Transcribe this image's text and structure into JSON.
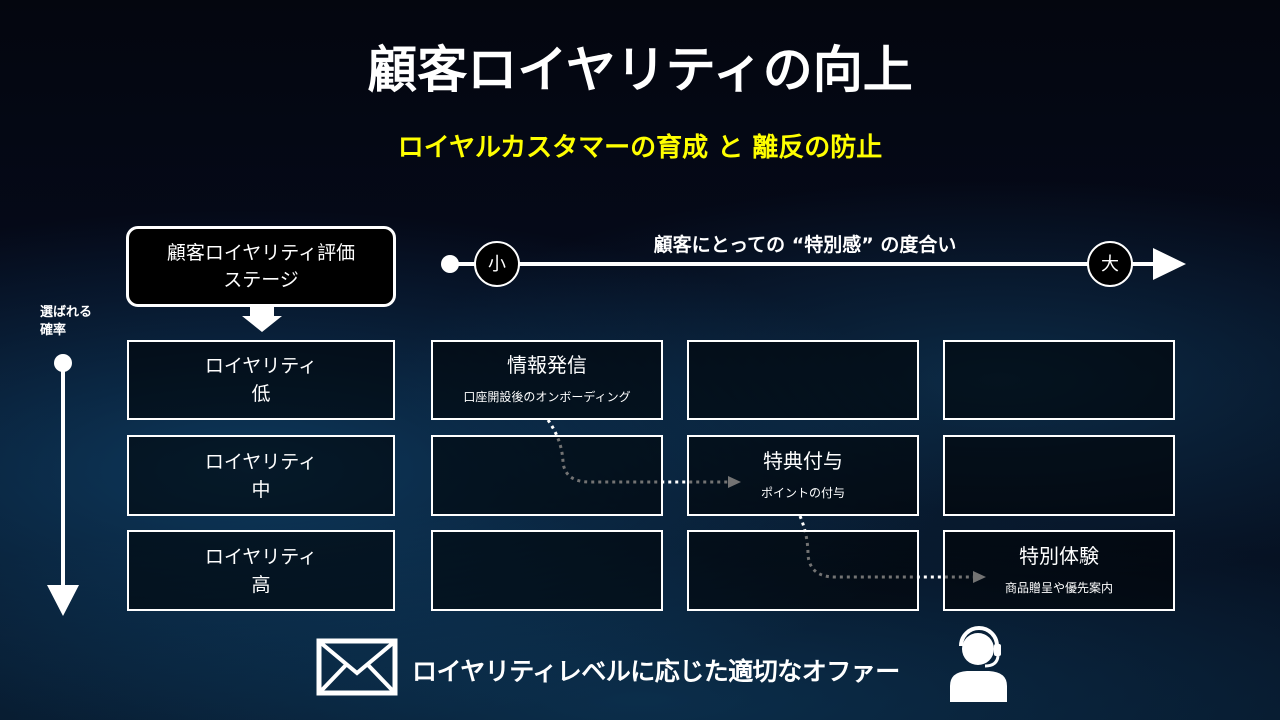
{
  "title": "顧客ロイヤリティの向上",
  "subtitle": "ロイヤルカスタマーの育成 と 離反の防止",
  "stage_box": {
    "line1": "顧客ロイヤリティ評価",
    "line2": "ステージ"
  },
  "vertical_axis": {
    "line1": "選ばれる",
    "line2": "確率"
  },
  "horizontal_axis": {
    "label": "顧客にとっての “特別感” の度合い",
    "min": "小",
    "max": "大"
  },
  "rows": [
    {
      "line1": "ロイヤリティ",
      "line2": "低"
    },
    {
      "line1": "ロイヤリティ",
      "line2": "中"
    },
    {
      "line1": "ロイヤリティ",
      "line2": "高"
    }
  ],
  "offers": [
    {
      "title": "情報発信",
      "sub": "口座開設後のオンボーディング"
    },
    {
      "title": "特典付与",
      "sub": "ポイントの付与"
    },
    {
      "title": "特別体験",
      "sub": "商品贈呈や優先案内"
    }
  ],
  "bottom_message": "ロイヤリティレベルに応じた適切なオファー"
}
